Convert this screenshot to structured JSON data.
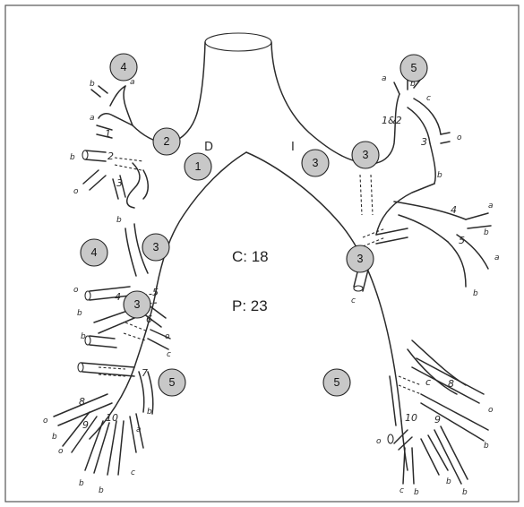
{
  "markers": [
    {
      "value": "4"
    },
    {
      "value": "5"
    },
    {
      "value": "2"
    },
    {
      "value": "1"
    },
    {
      "value": "3"
    },
    {
      "value": "3"
    },
    {
      "value": "4"
    },
    {
      "value": "3"
    },
    {
      "value": "3"
    },
    {
      "value": "3"
    },
    {
      "value": "5"
    },
    {
      "value": "5"
    }
  ],
  "summary": {
    "c_text": "C:  18",
    "p_text": "P: 23"
  },
  "sketch_labels": {
    "d": "D",
    "i": "I",
    "one_and_two": "1&2",
    "a": "a",
    "b": "b",
    "c": "c",
    "o": "o",
    "n1": "1",
    "n2": "2",
    "n3": "3",
    "n4": "4",
    "n5": "5",
    "n6": "6",
    "n7": "7",
    "n8": "8",
    "n9": "9",
    "n10": "10"
  }
}
